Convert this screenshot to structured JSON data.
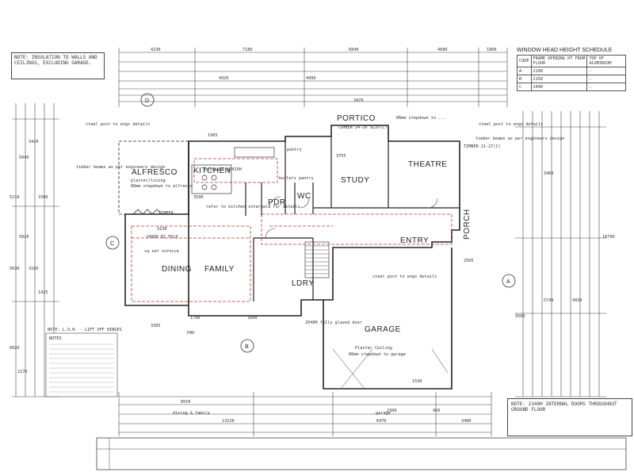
{
  "note_top": "NOTE: INSULATION TO WALLS AND CEILINGS, EXCLUDING GARAGE.",
  "note_bottom": "NOTE: 2340H INTERNAL DOORS THROUGHOUT GROUND FLOOR",
  "note_lor": "NOTE: L.O.H. - LIFT OFF HINGES",
  "notes_heading": "NOTES",
  "schedule": {
    "title": "WINDOW HEAD HEIGHT SCHEDULE",
    "headers": [
      "CODE",
      "FRAME OPENING HT FROM FLOOR",
      "TOP OF ALUMINIUM"
    ],
    "rows": [
      [
        "A",
        "2100",
        "-"
      ],
      [
        "B",
        "2150",
        "-"
      ],
      [
        "C",
        "2400",
        "-"
      ]
    ]
  },
  "rooms": {
    "alfresco": "ALFRESCO",
    "kitchen": "KITCHEN",
    "dining": "DINING",
    "family": "FAMILY",
    "pdr": "PDR",
    "wc": "WC",
    "study": "STUDY",
    "theatre": "THEATRE",
    "entry": "ENTRY",
    "portico": "PORTICO",
    "porch": "PORCH",
    "ldry": "LDRY",
    "garage": "GARAGE"
  },
  "markers": [
    "A",
    "B",
    "C",
    "D"
  ],
  "labels": {
    "alfresco_ceiling": "plaster/lining",
    "alfresco_step": "86mm stepdown to alfresco",
    "timber": "TIMBER",
    "bifold": "2400H BI FOLD",
    "sq_cornice": "sq set cornice",
    "garage_ceiling": "Plaster Ceiling",
    "garage_step": "86mm stepdown to garage",
    "portico_step": "86mm stepdown to ...",
    "bulkhead": "bulkhead @2415H",
    "glazed_door": "2040H fully glazed door",
    "study_dim": "3755",
    "pantry": "pantry",
    "butlers": "butlers pantry",
    "steel_post": "steel post to engs details",
    "timber_beams": "timber beams as per engineers design",
    "refer_kitchen": "refer to kitchen internals for details",
    "timber_portico": "TIMBER 24-26 SLIP(C)",
    "timber_porch": "TIMBER 21-27(C)"
  },
  "dims_top": [
    "4230",
    "7180",
    "6840",
    "4680",
    "1800"
  ],
  "dims_bottom": [
    "8550",
    "13220",
    "6470",
    "3480",
    "2300",
    "960",
    "1530"
  ],
  "dims_left": [
    "5040",
    "5020",
    "5030",
    "3420",
    "1425",
    "3390",
    "3160",
    "5210",
    "6020"
  ],
  "dims_right": [
    "18790",
    "9500",
    "3460",
    "5740",
    "4930"
  ],
  "misc": {
    "dim_1600": "1600",
    "dim_1790": "1790",
    "dim_3385": "3385",
    "dim_2505": "2505",
    "dim_3130": "3130",
    "dim_3590": "3590",
    "dim_4920": "4920",
    "dim_4990": "4990",
    "dim_3470": "3470",
    "dim_1905": "1905",
    "pad": "PAD",
    "garage_label": "garage",
    "dining_family": "dining & family",
    "drawing_ref": "2170"
  }
}
